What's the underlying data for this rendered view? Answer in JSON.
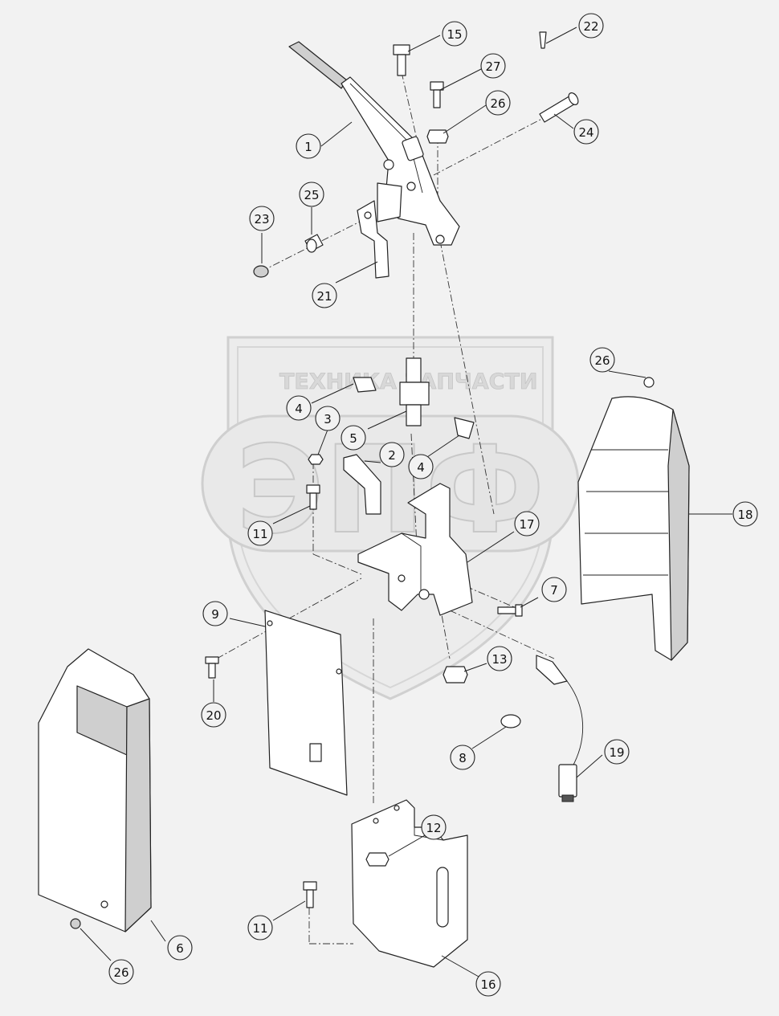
{
  "watermark": {
    "line": "ТЕХНИКА ЗАПЧАСТИ",
    "big": "ЭПФ"
  },
  "callouts": [
    "1",
    "2",
    "3",
    "4",
    "4",
    "5",
    "6",
    "7",
    "8",
    "9",
    "11",
    "11",
    "12",
    "13",
    "15",
    "16",
    "17",
    "18",
    "19",
    "20",
    "21",
    "22",
    "23",
    "24",
    "25",
    "26",
    "26",
    "26",
    "27"
  ],
  "colors": {
    "line": "#222222",
    "background": "#f2f2f2",
    "shade": "#cfcfcf"
  }
}
